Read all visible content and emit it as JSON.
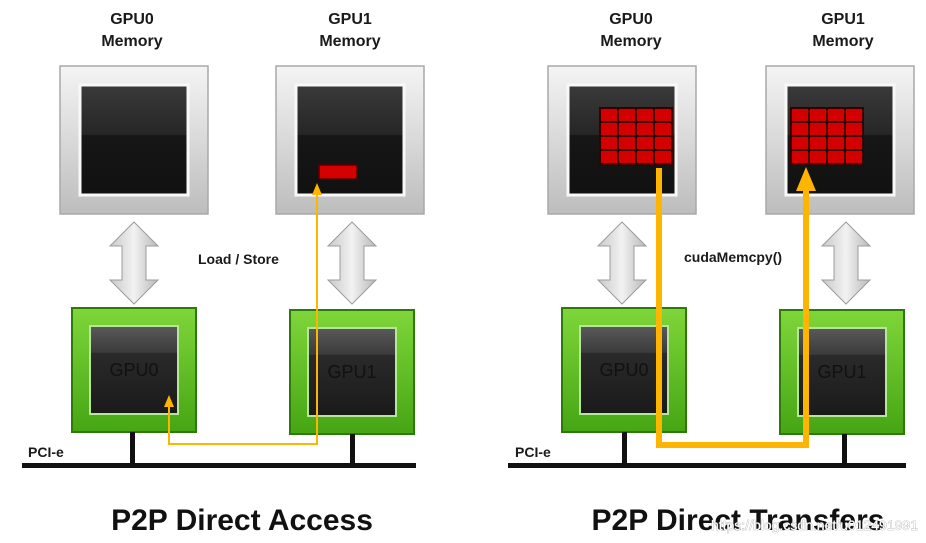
{
  "left": {
    "mem0": {
      "line1": "GPU0",
      "line2": "Memory"
    },
    "mem1": {
      "line1": "GPU1",
      "line2": "Memory"
    },
    "gpu0": "GPU0",
    "gpu1": "GPU1",
    "op_label": "Load / Store",
    "bus_label": "PCI-e",
    "title": "P2P Direct Access"
  },
  "right": {
    "mem0": {
      "line1": "GPU0",
      "line2": "Memory"
    },
    "mem1": {
      "line1": "GPU1",
      "line2": "Memory"
    },
    "gpu0": "GPU0",
    "gpu1": "GPU1",
    "op_label": "cudaMemcpy()",
    "bus_label": "PCI-e",
    "title": "P2P Direct Transfers"
  },
  "watermark": "https://blog.csdn.net/u012491991",
  "colors": {
    "gpu_green": "#5cc020",
    "path_yellow": "#ffb400",
    "data_red": "#d40000",
    "memory_screen": "#1e1e1e"
  }
}
